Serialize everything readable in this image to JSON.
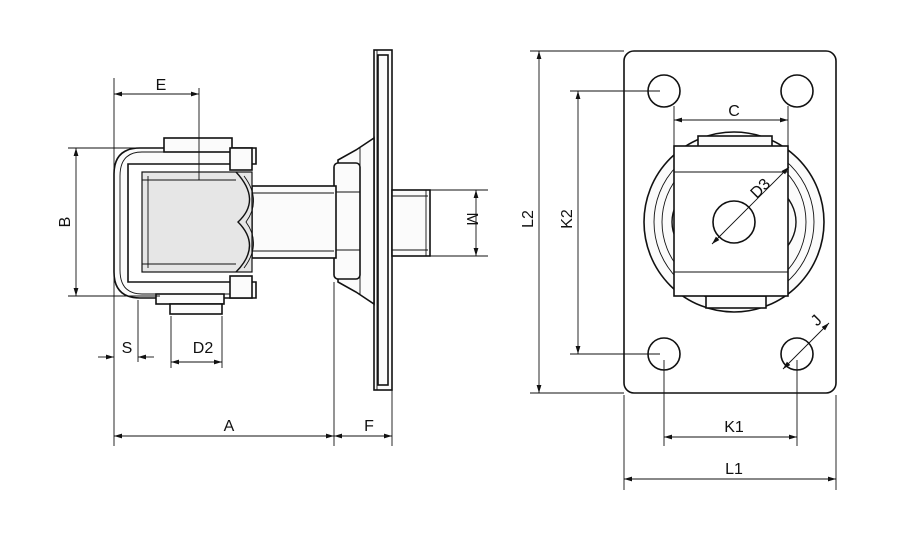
{
  "drawing": {
    "side_view": {
      "labels": {
        "E": "E",
        "B": "B",
        "S": "S",
        "D2": "D2",
        "A": "A",
        "F": "F",
        "M": "M"
      }
    },
    "front_view": {
      "labels": {
        "C": "C",
        "D3": "D3",
        "L2": "L2",
        "K2": "K2",
        "J": "J",
        "K1": "K1",
        "L1": "L1"
      }
    }
  },
  "colors": {
    "line": "#111111",
    "shade": "#e6e6e6",
    "background": "#ffffff"
  }
}
